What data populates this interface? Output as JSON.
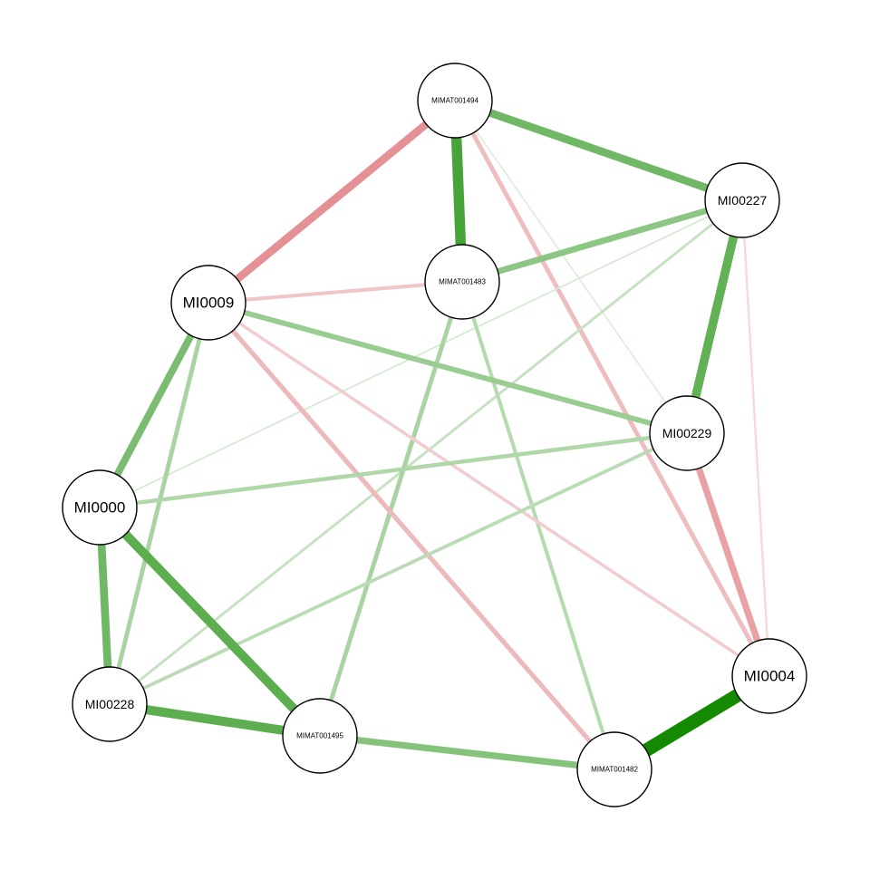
{
  "nodes": [
    {
      "id": "MIMAT001494",
      "label": "MIMAT001494"
    },
    {
      "id": "MI00227",
      "label": "MI00227"
    },
    {
      "id": "MIMAT001483",
      "label": "MIMAT001483"
    },
    {
      "id": "MI0009",
      "label": "MI0009"
    },
    {
      "id": "MI00229",
      "label": "MI00229"
    },
    {
      "id": "MI0000",
      "label": "MI0000"
    },
    {
      "id": "MI0004",
      "label": "MI0004"
    },
    {
      "id": "MI00228",
      "label": "MI00228"
    },
    {
      "id": "MIMAT001495",
      "label": "MIMAT001495"
    },
    {
      "id": "MIMAT001482",
      "label": "MIMAT001482"
    }
  ],
  "edges": [
    {
      "source": "MIMAT001494",
      "target": "MIMAT001483",
      "sign": "positive",
      "weight": 0.75
    },
    {
      "source": "MIMAT001494",
      "target": "MI00227",
      "sign": "positive",
      "weight": 0.55
    },
    {
      "source": "MIMAT001494",
      "target": "MI0009",
      "sign": "negative",
      "weight": 0.55
    },
    {
      "source": "MIMAT001494",
      "target": "MI0004",
      "sign": "negative",
      "weight": 0.28
    },
    {
      "source": "MIMAT001494",
      "target": "MI00229",
      "sign": "positive",
      "weight": 0.04
    },
    {
      "source": "MI00227",
      "target": "MIMAT001483",
      "sign": "positive",
      "weight": 0.42
    },
    {
      "source": "MI00227",
      "target": "MI00229",
      "sign": "positive",
      "weight": 0.62
    },
    {
      "source": "MI00227",
      "target": "MI0004",
      "sign": "negative",
      "weight": 0.1
    },
    {
      "source": "MI00227",
      "target": "MI0000",
      "sign": "positive",
      "weight": 0.06
    },
    {
      "source": "MI00227",
      "target": "MI00228",
      "sign": "positive",
      "weight": 0.14
    },
    {
      "source": "MIMAT001483",
      "target": "MI0009",
      "sign": "negative",
      "weight": 0.22
    },
    {
      "source": "MIMAT001483",
      "target": "MIMAT001495",
      "sign": "positive",
      "weight": 0.28
    },
    {
      "source": "MIMAT001483",
      "target": "MIMAT001482",
      "sign": "positive",
      "weight": 0.22
    },
    {
      "source": "MI0009",
      "target": "MI00229",
      "sign": "positive",
      "weight": 0.35
    },
    {
      "source": "MI0009",
      "target": "MI0000",
      "sign": "positive",
      "weight": 0.5
    },
    {
      "source": "MI0009",
      "target": "MI00228",
      "sign": "positive",
      "weight": 0.28
    },
    {
      "source": "MI0009",
      "target": "MIMAT001482",
      "sign": "negative",
      "weight": 0.3
    },
    {
      "source": "MI0009",
      "target": "MI0004",
      "sign": "negative",
      "weight": 0.18
    },
    {
      "source": "MI00229",
      "target": "MI0000",
      "sign": "positive",
      "weight": 0.25
    },
    {
      "source": "MI00229",
      "target": "MI0004",
      "sign": "negative",
      "weight": 0.45
    },
    {
      "source": "MI00229",
      "target": "MI00228",
      "sign": "positive",
      "weight": 0.2
    },
    {
      "source": "MI0000",
      "target": "MI00228",
      "sign": "positive",
      "weight": 0.55
    },
    {
      "source": "MI0000",
      "target": "MIMAT001495",
      "sign": "positive",
      "weight": 0.65
    },
    {
      "source": "MI0004",
      "target": "MIMAT001482",
      "sign": "positive",
      "weight": 1.0
    },
    {
      "source": "MI00228",
      "target": "MIMAT001495",
      "sign": "positive",
      "weight": 0.65
    },
    {
      "source": "MIMAT001495",
      "target": "MIMAT001482",
      "sign": "positive",
      "weight": 0.45
    }
  ],
  "colors": {
    "positive": "#138a00",
    "negative": "#d2484f",
    "node_fill": "#ffffff",
    "node_stroke": "#000000"
  }
}
